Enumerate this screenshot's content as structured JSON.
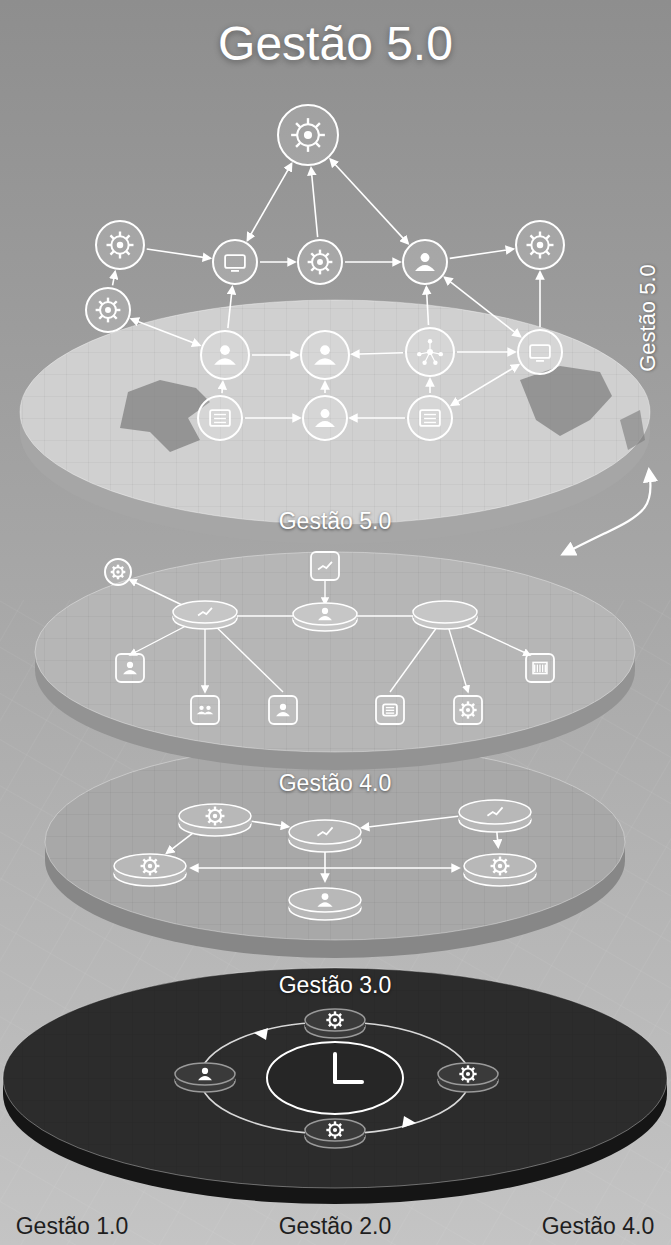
{
  "diagram": {
    "title": "Gestão 5.0",
    "nodes": [
      {
        "text": [
          "Gestão 5.0"
        ]
      },
      {
        "text": [
          "Gestão 4.0"
        ]
      },
      {
        "text": [
          "Gestão 3.0"
        ]
      }
    ],
    "edges": [
      {
        "from": 0,
        "to": 1,
        "arrow": "both"
      }
    ],
    "labels": [
      "Gestão 5.0",
      "Gestão 1.0",
      "Gestão 2.0",
      "Gestão 4.0"
    ]
  }
}
